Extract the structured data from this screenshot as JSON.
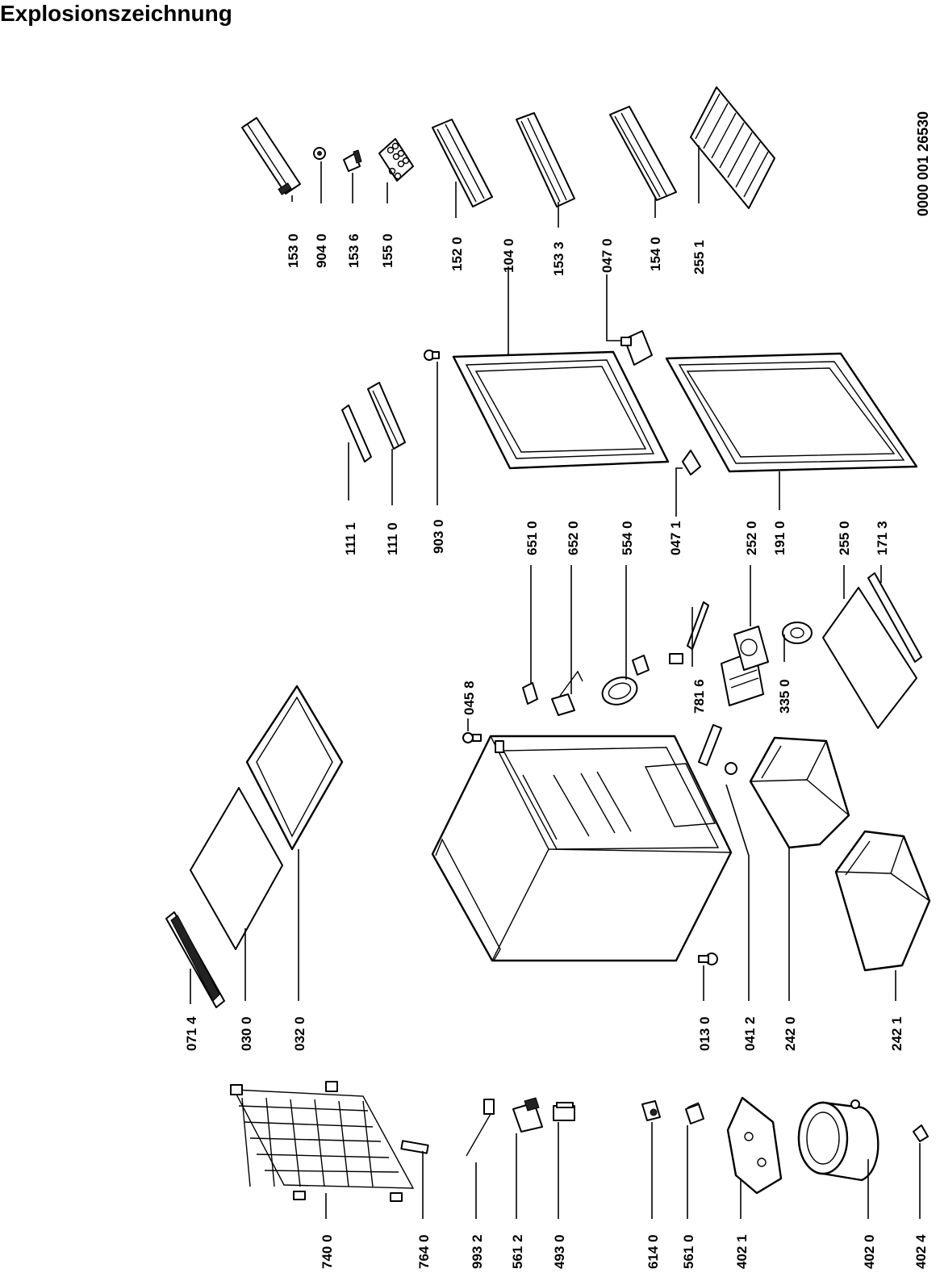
{
  "title": "Explosionszeichnung",
  "document_number": "0000 001 26530",
  "part_numbers": {
    "p1530": "153 0",
    "p9040": "904 0",
    "p1536": "153 6",
    "p1550": "155 0",
    "p1520": "152 0",
    "p1040": "104 0",
    "p1533": "153 3",
    "p0470": "047 0",
    "p1540": "154 0",
    "p2551": "255 1",
    "p1111": "111 1",
    "p1110": "111 0",
    "p9030": "903 0",
    "p6510": "651 0",
    "p6520": "652 0",
    "p5540": "554 0",
    "p0471": "047 1",
    "p2520": "252 0",
    "p1910": "191 0",
    "p2550": "255 0",
    "p1713": "171 3",
    "p0458": "045 8",
    "p7816": "781 6",
    "p3350": "335 0",
    "p0714": "071 4",
    "p0300": "030 0",
    "p0320": "032 0",
    "p0130": "013 0",
    "p0412": "041 2",
    "p2420": "242 0",
    "p2421": "242 1",
    "p7400": "740 0",
    "p7640": "764 0",
    "p9932": "993 2",
    "p5612": "561 2",
    "p4930": "493 0",
    "p6140": "614 0",
    "p5610": "561 0",
    "p4021": "402 1",
    "p4020": "402 0",
    "p4024": "402 4"
  }
}
